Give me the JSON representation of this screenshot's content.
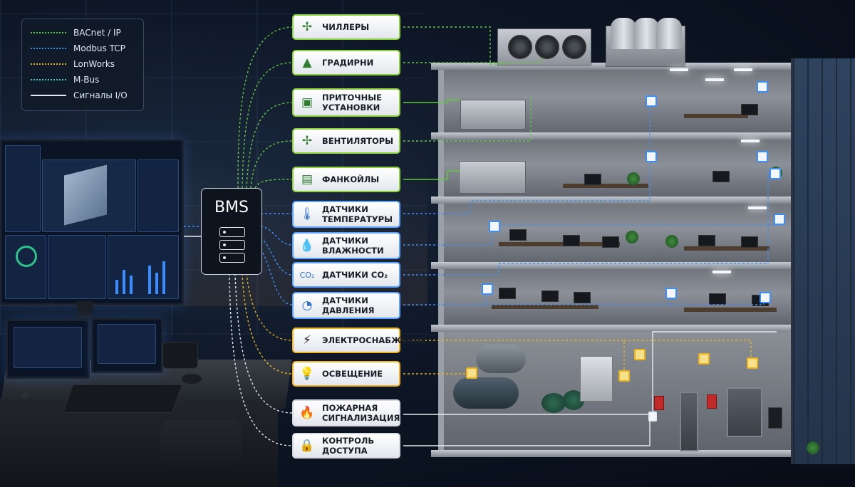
{
  "legend": {
    "items": [
      {
        "label": "BACnet / IP",
        "color": "#5fc93a",
        "style": "dotted"
      },
      {
        "label": "Modbus TCP",
        "color": "#3e8ef7",
        "style": "dotted"
      },
      {
        "label": "LonWorks",
        "color": "#e8b21d",
        "style": "dotted"
      },
      {
        "label": "M-Bus",
        "color": "#36d0c6",
        "style": "dotted"
      },
      {
        "label": "Сигналы I/O",
        "color": "#e6ebf2",
        "style": "solid"
      }
    ]
  },
  "bms": {
    "label": "BMS"
  },
  "devices": [
    {
      "label": "ЧИЛЛЕРЫ",
      "icon": "fan-icon",
      "glyph": "✢",
      "protocol": "bacnet"
    },
    {
      "label": "ГРАДИРНИ",
      "icon": "cooling-tower-icon",
      "glyph": "▲",
      "protocol": "bacnet"
    },
    {
      "label": "ПРИТОЧНЫЕ\nУСТАНОВКИ",
      "icon": "air-handler-icon",
      "glyph": "▣",
      "protocol": "bacnet"
    },
    {
      "label": "ВЕНТИЛЯТОРЫ",
      "icon": "fan-icon",
      "glyph": "✢",
      "protocol": "bacnet"
    },
    {
      "label": "ФАНКОЙЛЫ",
      "icon": "fancoil-icon",
      "glyph": "▤",
      "protocol": "bacnet"
    },
    {
      "label": "ДАТЧИКИ\nТЕМПЕРАТУРЫ",
      "icon": "thermometer-icon",
      "glyph": "🌡",
      "protocol": "modbus"
    },
    {
      "label": "ДАТЧИКИ\nВЛАЖНОСТИ",
      "icon": "humidity-drop-icon",
      "glyph": "💧",
      "protocol": "modbus"
    },
    {
      "label": "ДАТЧИКИ CO₂",
      "icon": "co2-cloud-icon",
      "glyph": "CO₂",
      "protocol": "modbus"
    },
    {
      "label": "ДАТЧИКИ\nДАВЛЕНИЯ",
      "icon": "pressure-gauge-icon",
      "glyph": "◔",
      "protocol": "modbus"
    },
    {
      "label": "ЭЛЕКТРОСНАБЖЕНИЕ",
      "icon": "lightning-icon",
      "glyph": "⚡",
      "protocol": "lonworks"
    },
    {
      "label": "ОСВЕЩЕНИЕ",
      "icon": "light-bulb-icon",
      "glyph": "💡",
      "protocol": "lonworks"
    },
    {
      "label": "ПОЖАРНАЯ\nСИГНАЛИЗАЦИЯ",
      "icon": "fire-icon",
      "glyph": "🔥",
      "protocol": "io"
    },
    {
      "label": "КОНТРОЛЬ ДОСТУПА",
      "icon": "lock-icon",
      "glyph": "🔒",
      "protocol": "io"
    }
  ],
  "colors": {
    "bacnet": "#5fc93a",
    "modbus": "#3e8ef7",
    "lonworks": "#e8b21d",
    "mbus": "#36d0c6",
    "io": "#e6ebf2"
  }
}
